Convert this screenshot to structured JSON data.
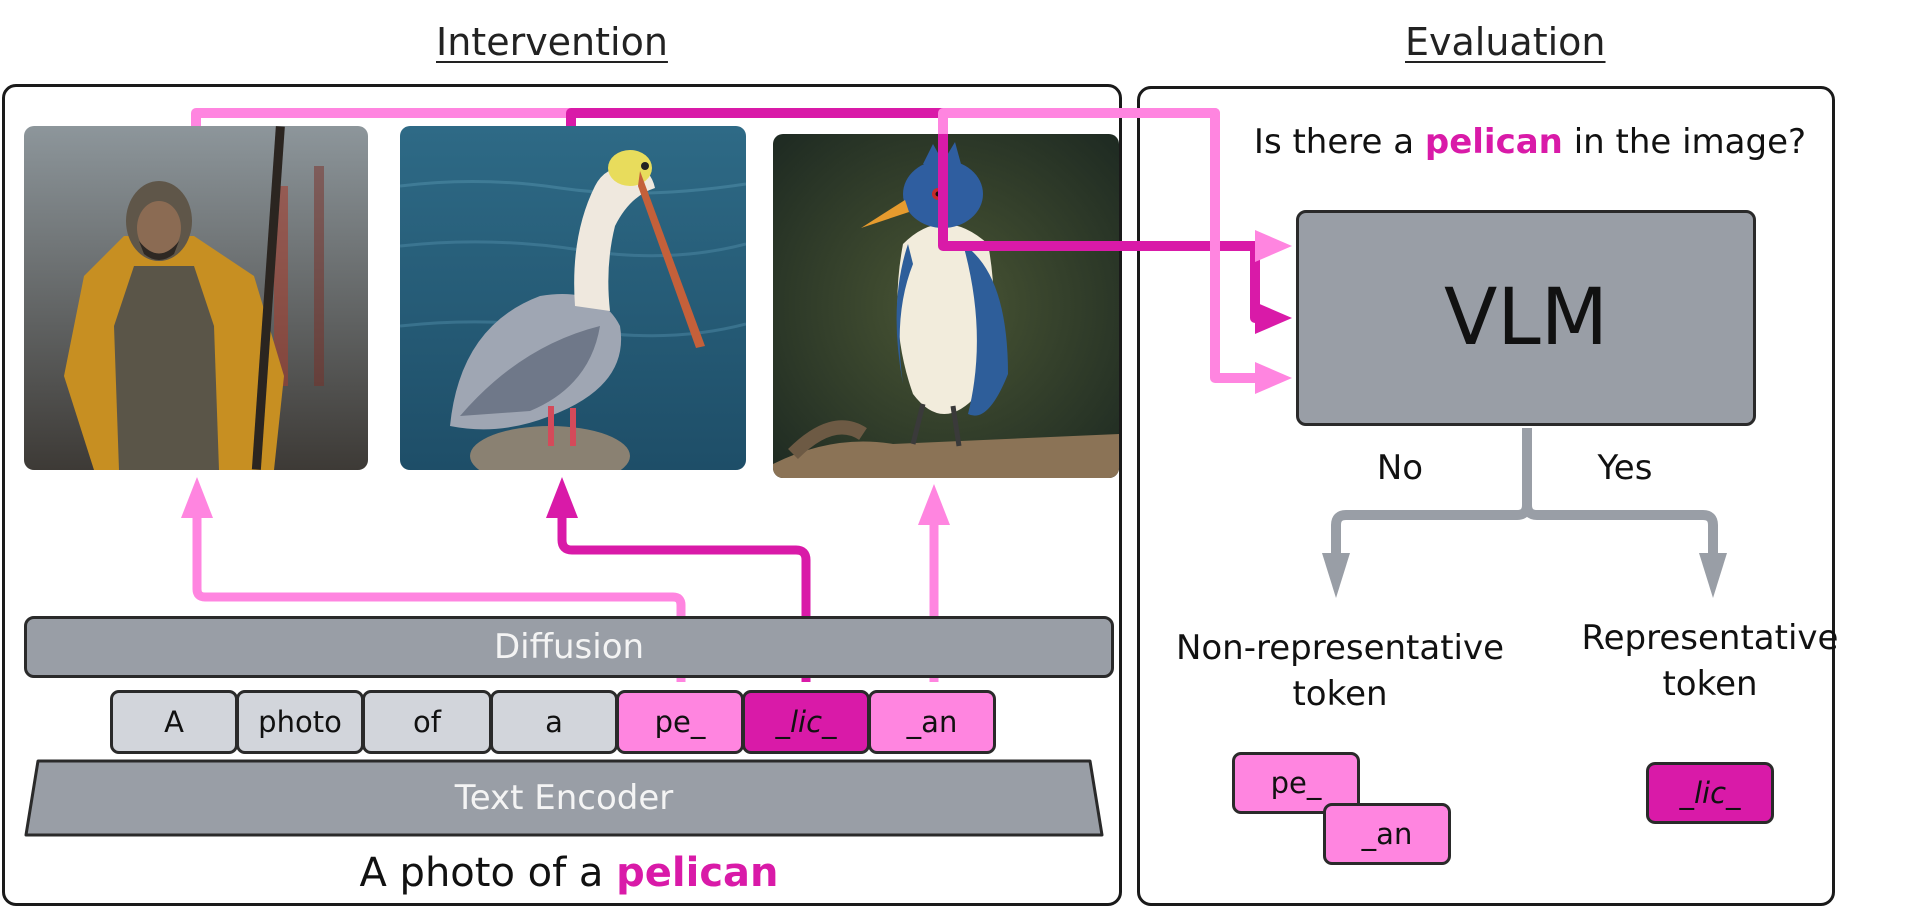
{
  "titles": {
    "intervention": "Intervention",
    "evaluation": "Evaluation"
  },
  "images": [
    {
      "subject": "man with staff",
      "border": "none"
    },
    {
      "subject": "pelican",
      "border": "none"
    },
    {
      "subject": "blue bird",
      "border": "none"
    }
  ],
  "diffusion_label": "Diffusion",
  "encoder_label": "Text Encoder",
  "tokens": [
    {
      "text": "A",
      "style": "grey"
    },
    {
      "text": "photo",
      "style": "grey"
    },
    {
      "text": "of",
      "style": "grey"
    },
    {
      "text": "a",
      "style": "grey"
    },
    {
      "text": "pe_",
      "style": "pink"
    },
    {
      "text": "_lic_",
      "style": "magenta"
    },
    {
      "text": "_an",
      "style": "pink"
    }
  ],
  "prompt": {
    "prefix": "A photo of a ",
    "highlight": "pelican"
  },
  "question": {
    "prefix": "Is there a ",
    "highlight": "pelican",
    "suffix": " in the image?"
  },
  "vlm_label": "VLM",
  "answers": {
    "no": "No",
    "yes": "Yes"
  },
  "outcomes": {
    "non_rep_line1": "Non-representative",
    "non_rep_line2": "token",
    "rep_line1": "Representative",
    "rep_line2": "token"
  },
  "result_tokens": {
    "non_rep_a": "pe_",
    "non_rep_b": "_an",
    "rep": "_lic_"
  },
  "colors": {
    "pink": "#ff85e0",
    "magenta": "#d91aa8",
    "grey": "#999ea6",
    "light_grey": "#d2d5db"
  }
}
